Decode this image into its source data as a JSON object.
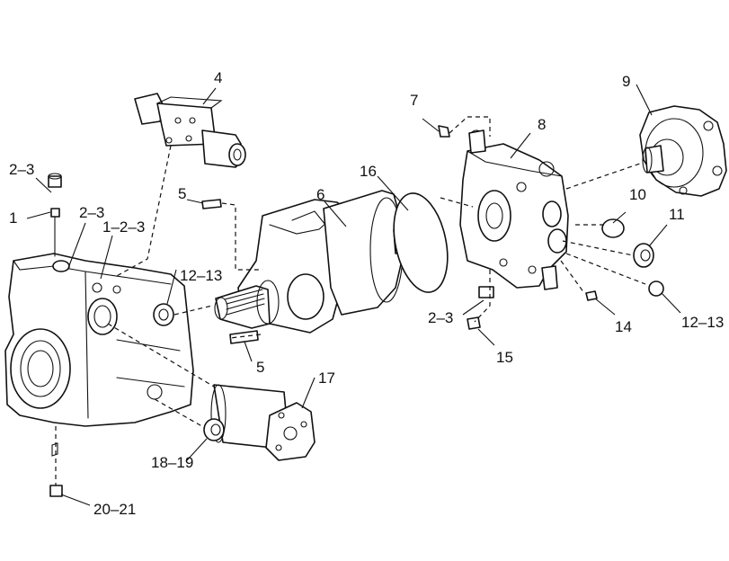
{
  "colors": {
    "ink": "#111111",
    "paper": "#ffffff"
  },
  "callouts": {
    "c1": "1",
    "c2_3_a": "2–3",
    "c2_3_b": "2–3",
    "c1_2_3": "1–2–3",
    "c4": "4",
    "c5_top": "5",
    "c5_bottom": "5",
    "c6": "6",
    "c7": "7",
    "c8": "8",
    "c9": "9",
    "c10": "10",
    "c11": "11",
    "c12_13_left": "12–13",
    "c12_13_right": "12–13",
    "c14": "14",
    "c15": "15",
    "c16": "16",
    "c17": "17",
    "c18_19": "18–19",
    "c2_3_c": "2–3",
    "c20_21": "20–21"
  }
}
